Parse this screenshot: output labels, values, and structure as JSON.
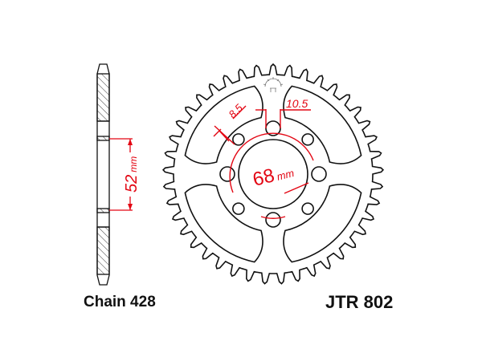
{
  "labels": {
    "chain": "Chain 428",
    "model": "JTR 802"
  },
  "dimensions": {
    "hub_width": "52",
    "hub_width_unit": "mm",
    "bolt_circle": "68",
    "bolt_circle_unit": "mm",
    "hole_diameter": "8.5",
    "slot_width": "10.5"
  },
  "sprocket": {
    "teeth": 41
  },
  "colors": {
    "line": "#111111",
    "dimension": "#e30613"
  }
}
